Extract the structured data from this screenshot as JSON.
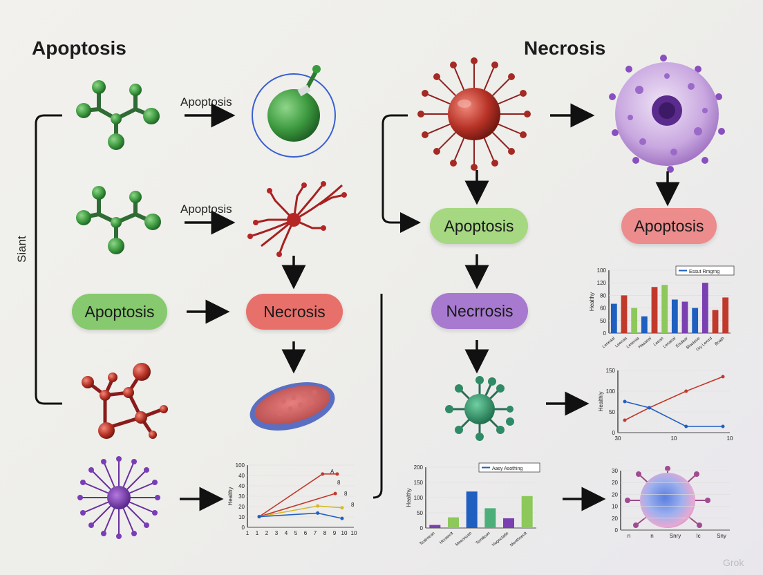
{
  "headings": {
    "left": "Apoptosis",
    "right": "Necrosis"
  },
  "side_label": "Siant",
  "arrow_labels": [
    "Apoptosis",
    "Apoptosis"
  ],
  "pills": {
    "apoptosis_left": "Apoptosis",
    "necrosis_left": "Necrosis",
    "apoptosis_center": "Apoptosis",
    "necrosis_center": "Necrrosis",
    "apoptosis_right": "Apoptosis"
  },
  "colors": {
    "pill_green": "#86c96e",
    "pill_red": "#e8706a",
    "pill_light_green": "#a6d882",
    "pill_purple": "#a77ad0",
    "pill_pink": "#ec8c8c"
  },
  "watermark": "Grok",
  "chart_data": [
    {
      "type": "line",
      "ylabel": "Healthy",
      "yticks": [
        "100",
        "40",
        "40",
        "30",
        "20",
        "10",
        "0"
      ],
      "xticks": [
        "1",
        "1",
        "2",
        "3",
        "4",
        "5",
        "6",
        "7",
        "8",
        "9",
        "10",
        "10"
      ],
      "annotations": [
        "A",
        "8",
        "8",
        "8"
      ],
      "series": [
        {
          "color": "#c0392b",
          "x": [
            1,
            7.5,
            9
          ],
          "y": [
            12,
            60,
            60
          ]
        },
        {
          "color": "#c0392b",
          "x": [
            1,
            8.8
          ],
          "y": [
            12,
            38
          ]
        },
        {
          "color": "#d4b92a",
          "x": [
            1,
            7,
            9.5
          ],
          "y": [
            12,
            24,
            22
          ]
        },
        {
          "color": "#2060c0",
          "x": [
            1,
            7,
            9.5
          ],
          "y": [
            12,
            16,
            10
          ]
        }
      ],
      "ylim": [
        0,
        70
      ],
      "xlim": [
        0.5,
        10
      ]
    },
    {
      "type": "bar",
      "ylabel": "Healthy",
      "yticks": [
        "200",
        "150",
        "100",
        "50",
        "0"
      ],
      "legend": "Aasy Asothing",
      "categories": [
        "Teatrnean",
        "Hoowrolt",
        "Meeonoan",
        "Temttoon",
        "Hogootatle",
        "Menthnoolt"
      ],
      "values": [
        10,
        35,
        120,
        65,
        32,
        105
      ],
      "bar_colors": [
        "#7a3fb0",
        "#8cc85a",
        "#1e5fbf",
        "#4caf7a",
        "#7a3fb0",
        "#8cc85a"
      ],
      "ylim": [
        0,
        200
      ]
    },
    {
      "type": "bar",
      "ylabel": "Healthy",
      "yticks": [
        "100",
        "120",
        "80",
        "60",
        "50",
        "0"
      ],
      "legend": "Essut Rmgrng",
      "categories": [
        "Leneaal",
        "Leenaa",
        "Leseraa",
        "Haaaeal",
        "Leean",
        "Lenaeal",
        "Eisdaar",
        "Blouteoe",
        "Ury Lexrrd",
        "Boath"
      ],
      "values": [
        70,
        90,
        60,
        40,
        110,
        115,
        80,
        75,
        60,
        120,
        55,
        85
      ],
      "bar_colors": [
        "#1e5fbf",
        "#c0392b",
        "#8cc85a",
        "#1e5fbf",
        "#c0392b",
        "#8cc85a",
        "#1e5fbf",
        "#7a3fb0",
        "#1e5fbf",
        "#7a3fb0",
        "#c0392b",
        "#c0392b"
      ],
      "ylim": [
        0,
        150
      ]
    },
    {
      "type": "line",
      "ylabel": "Healthly",
      "yticks": [
        "150",
        "100",
        "50",
        "0"
      ],
      "xticks": [
        "30",
        "10",
        "10"
      ],
      "series": [
        {
          "color": "#c0392b",
          "x": [
            0,
            1,
            2.5,
            4
          ],
          "y": [
            30,
            60,
            100,
            135
          ]
        },
        {
          "color": "#2060c0",
          "x": [
            0,
            1,
            2.5,
            4
          ],
          "y": [
            75,
            60,
            15,
            15
          ]
        }
      ],
      "ylim": [
        0,
        150
      ]
    },
    {
      "type": "scatter",
      "ylabel": "",
      "yticks": [
        "30",
        "20",
        "20",
        "10",
        "20",
        "0"
      ],
      "xticks": [
        "n",
        "n",
        "Snry",
        "Ic",
        "Sny"
      ]
    }
  ]
}
